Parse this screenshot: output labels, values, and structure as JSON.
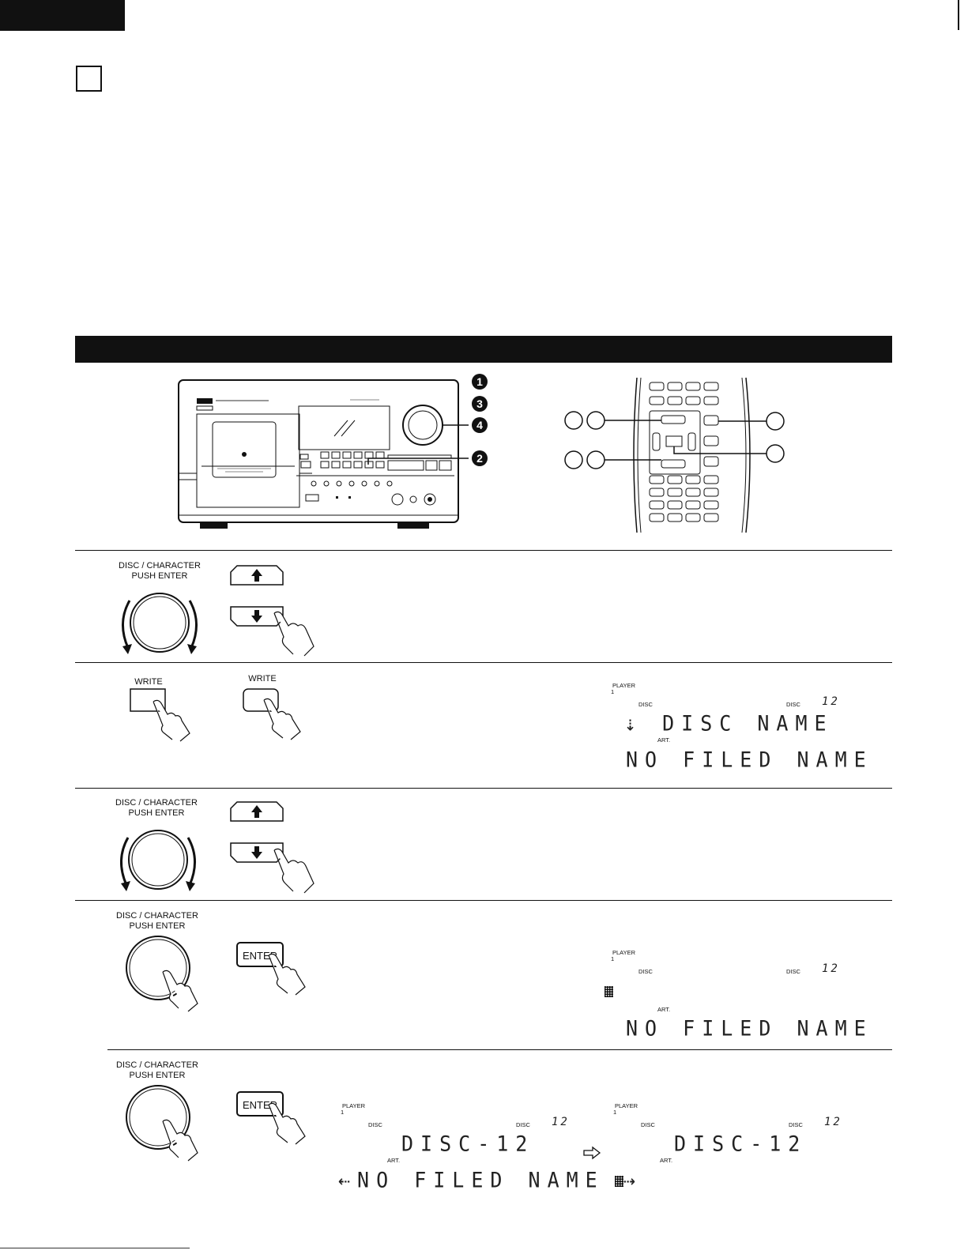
{
  "labels": {
    "dial": "DISC / CHARACTER\nPUSH ENTER",
    "write": "WRITE",
    "enter": "ENTER"
  },
  "callouts": {
    "n1": "1",
    "n2": "2",
    "n3": "3",
    "n4": "4"
  },
  "displays": {
    "step2": {
      "player": "PLAYER",
      "player_num": "1",
      "disc_left": "DISC",
      "disc_right": "DISC",
      "disc_num": "12",
      "art": "ART.",
      "line1": "⇣ DISC NAME",
      "line2": "NO FILED NAME"
    },
    "step4": {
      "player": "PLAYER",
      "player_num": "1",
      "disc_left": "DISC",
      "disc_right": "DISC",
      "disc_num": "12",
      "art": "ART.",
      "line2": "NO FILED NAME"
    },
    "step5a": {
      "player": "PLAYER",
      "player_num": "1",
      "disc_left": "DISC",
      "disc_right": "DISC",
      "disc_num": "12",
      "art": "ART.",
      "line1": "DISC-12",
      "line2": "⇠NO FILED NAME ⇢"
    },
    "step5b": {
      "player": "PLAYER",
      "player_num": "1",
      "disc_left": "DISC",
      "disc_right": "DISC",
      "disc_num": "12",
      "art": "ART.",
      "line1": "DISC-12"
    }
  },
  "colors": {
    "ink": "#111111",
    "paper": "#ffffff"
  }
}
